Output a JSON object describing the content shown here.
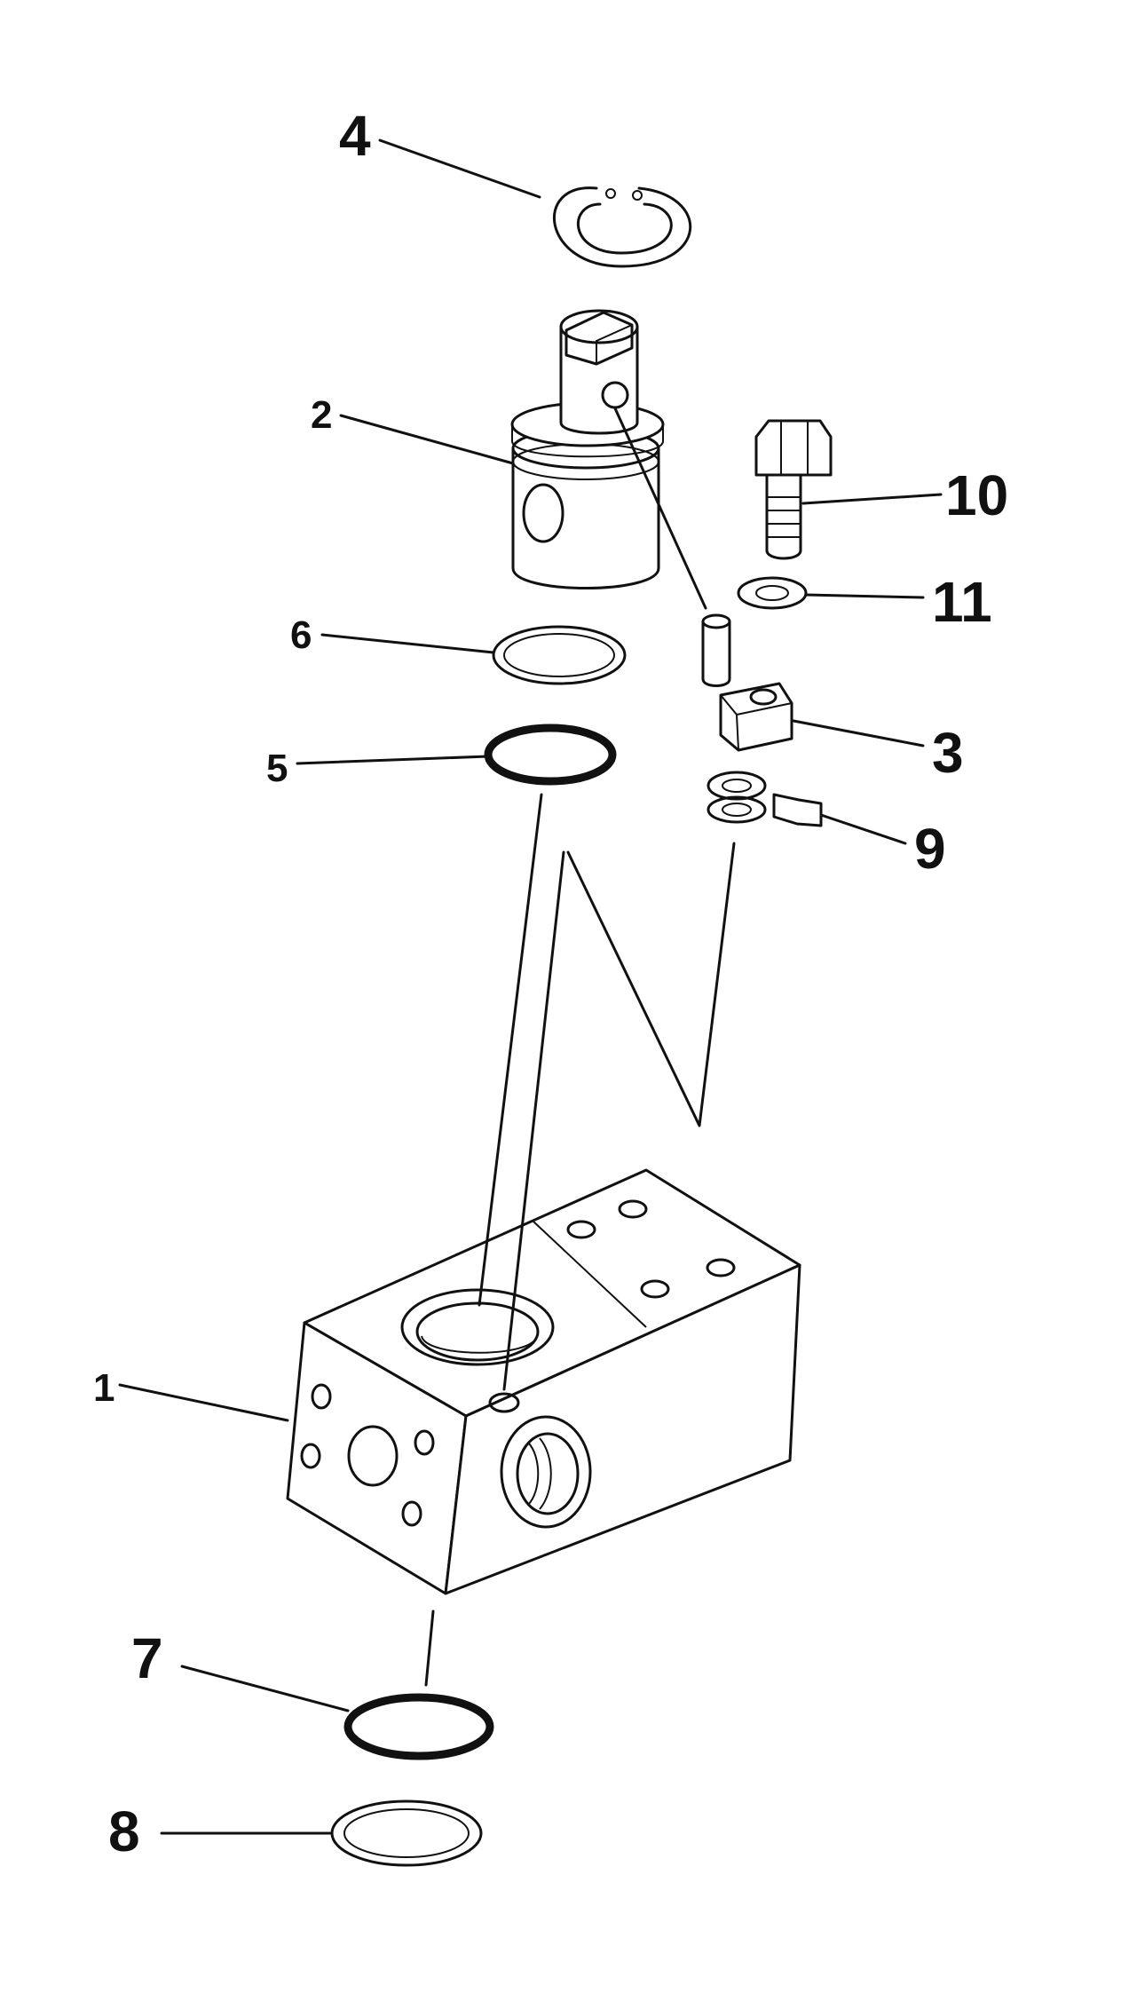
{
  "callouts": [
    {
      "id": "1",
      "label": "1"
    },
    {
      "id": "2",
      "label": "2"
    },
    {
      "id": "3",
      "label": "3"
    },
    {
      "id": "4",
      "label": "4"
    },
    {
      "id": "5",
      "label": "5"
    },
    {
      "id": "6",
      "label": "6"
    },
    {
      "id": "7",
      "label": "7"
    },
    {
      "id": "8",
      "label": "8"
    },
    {
      "id": "9",
      "label": "9"
    },
    {
      "id": "10",
      "label": "10"
    },
    {
      "id": "11",
      "label": "11"
    }
  ]
}
